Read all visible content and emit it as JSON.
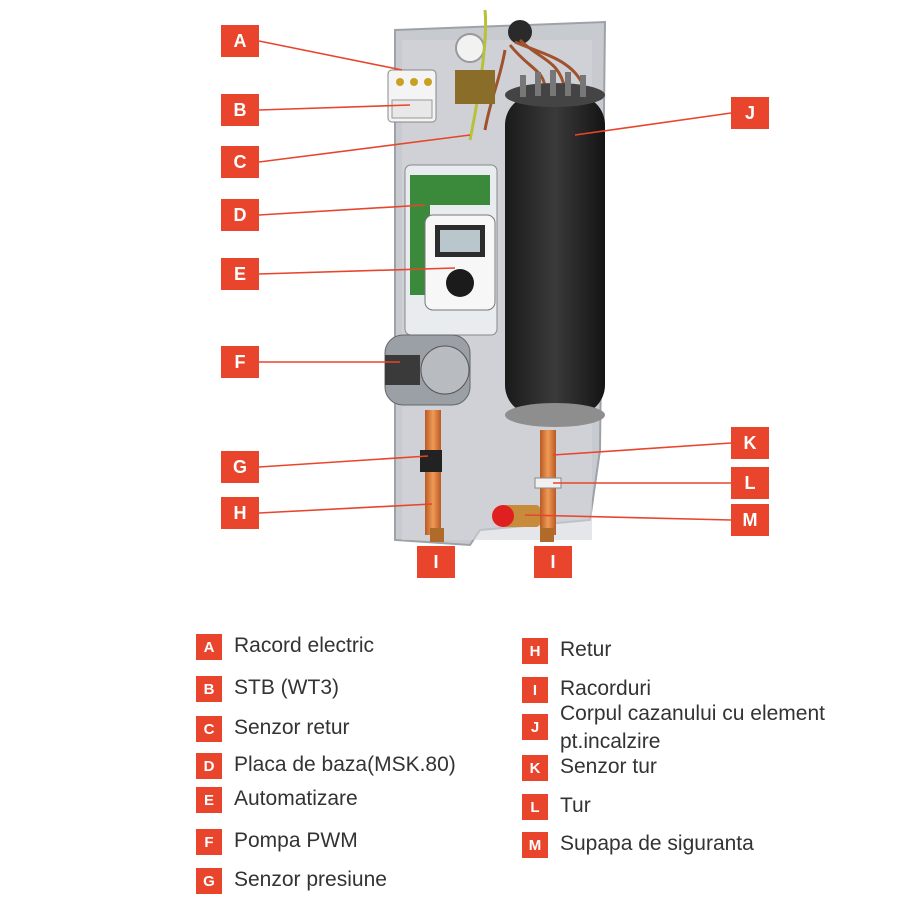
{
  "callouts": {
    "A": "A",
    "B": "B",
    "C": "C",
    "D": "D",
    "E": "E",
    "F": "F",
    "G": "G",
    "H": "H",
    "I": "I",
    "J": "J",
    "K": "K",
    "L": "L",
    "M": "M"
  },
  "colors": {
    "accent": "#e8452c",
    "panel": "#c9ccd1",
    "tank": "#2b2b2b",
    "copper": "#d9793a"
  },
  "legend": {
    "left": [
      {
        "letter": "A",
        "text": "Racord electric"
      },
      {
        "letter": "B",
        "text": "STB (WT3)"
      },
      {
        "letter": "C",
        "text": "Senzor retur"
      },
      {
        "letter": "D",
        "text": "Placa de baza(MSK.80)"
      },
      {
        "letter": "E",
        "text": "Automatizare"
      },
      {
        "letter": "F",
        "text": "Pompa PWM"
      },
      {
        "letter": "G",
        "text": "Senzor presiune"
      }
    ],
    "right": [
      {
        "letter": "H",
        "text": "Retur"
      },
      {
        "letter": "I",
        "text": "Racorduri"
      },
      {
        "letter": "J",
        "text": "Corpul cazanului cu element pt.incalzire"
      },
      {
        "letter": "K",
        "text": "Senzor tur"
      },
      {
        "letter": "L",
        "text": "Tur"
      },
      {
        "letter": "M",
        "text": "Supapa de siguranta"
      }
    ]
  }
}
